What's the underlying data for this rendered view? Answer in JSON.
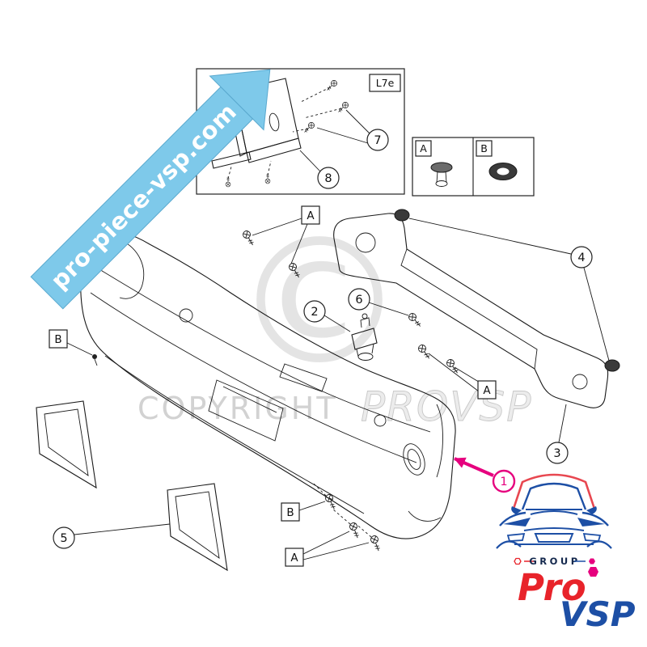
{
  "ribbon": {
    "text": "pro-piece-vsp.com",
    "color": "#7ec9ea"
  },
  "watermark": {
    "symbol": "©",
    "line": "COPYRIGHT",
    "brand": "PROVSP"
  },
  "inset": {
    "code_label": "L7e"
  },
  "legend": {
    "item_a": "A",
    "item_b": "B"
  },
  "callouts": {
    "n1": "1",
    "n2": "2",
    "n3": "3",
    "n4": "4",
    "n5": "5",
    "n6": "6",
    "n7": "7",
    "n8": "8"
  },
  "fastener_labels": {
    "a": "A",
    "b": "B"
  },
  "logo": {
    "group": "GROUP",
    "pro": "Pro",
    "vsp": "VSP"
  },
  "colors": {
    "highlight": "#e6007e",
    "logo_red": "#e8232a",
    "logo_blue": "#1d4fa5",
    "ribbon_blue": "#7ec9ea"
  }
}
